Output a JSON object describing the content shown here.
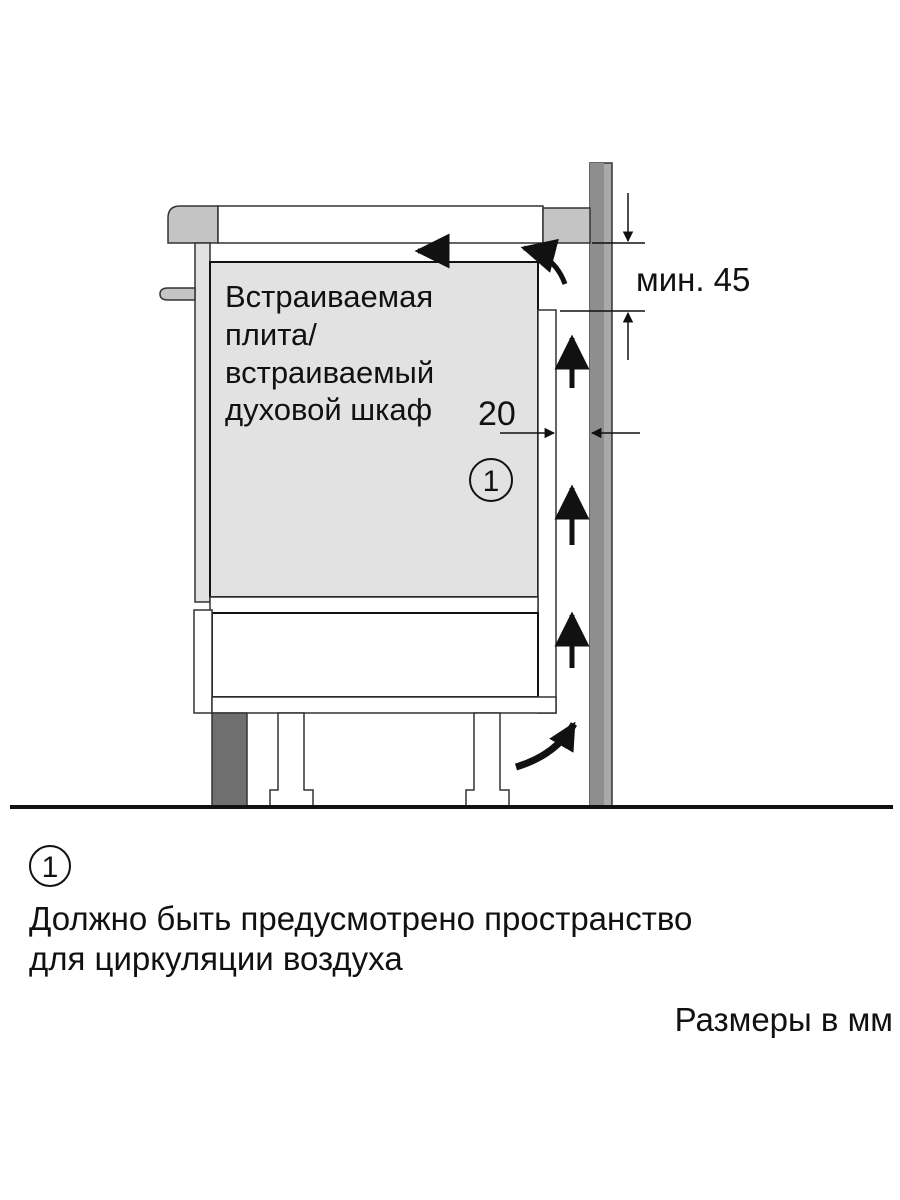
{
  "diagram": {
    "appliance_label": [
      "Встраиваемая",
      "плита/",
      "встраиваемый",
      "духовой шкаф"
    ],
    "gap_top_label": "мин. 45",
    "gap_side_label": "20",
    "callout_marker": "1"
  },
  "legend": {
    "marker": "1",
    "lines": [
      "Должно быть предусмотрено пространство",
      "для циркуляции воздуха"
    ]
  },
  "units_note": "Размеры в мм",
  "colors": {
    "outline": "#111111",
    "appliance_fill": "#e2e2e2",
    "countertop_gray": "#c4c4c4",
    "wall_gray": "#8e8e8e",
    "plinth_gray": "#6f6f6f"
  }
}
